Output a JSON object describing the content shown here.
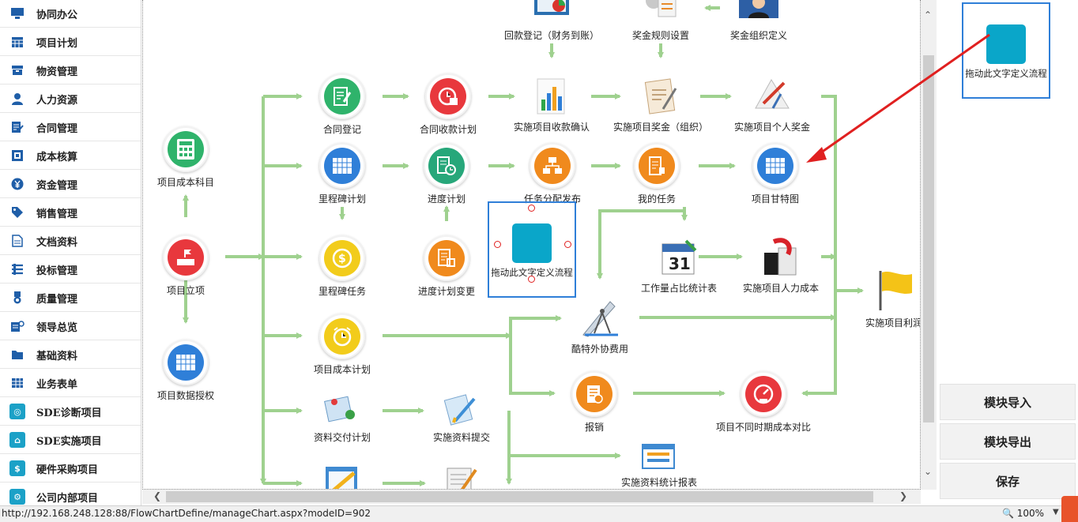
{
  "sidebar": {
    "items": [
      {
        "label": "协同办公",
        "icon": "monitor-icon"
      },
      {
        "label": "项目计划",
        "icon": "calendar-icon"
      },
      {
        "label": "物资管理",
        "icon": "box-icon"
      },
      {
        "label": "人力资源",
        "icon": "person-icon"
      },
      {
        "label": "合同管理",
        "icon": "contract-icon"
      },
      {
        "label": "成本核算",
        "icon": "ledger-icon"
      },
      {
        "label": "资金管理",
        "icon": "yen-icon"
      },
      {
        "label": "销售管理",
        "icon": "tag-icon"
      },
      {
        "label": "文档资料",
        "icon": "document-icon"
      },
      {
        "label": "投标管理",
        "icon": "list-icon"
      },
      {
        "label": "质量管理",
        "icon": "medal-icon"
      },
      {
        "label": "领导总览",
        "icon": "leader-icon"
      },
      {
        "label": "基础资料",
        "icon": "folder-icon"
      },
      {
        "label": "业务表单",
        "icon": "table-icon"
      },
      {
        "label": "SDE诊断项目",
        "icon": "diagnose-icon"
      },
      {
        "label": "SDE实施项目",
        "icon": "home-icon"
      },
      {
        "label": "硬件采购项目",
        "icon": "dollar-icon"
      },
      {
        "label": "公司内部项目",
        "icon": "gear-icon"
      }
    ]
  },
  "flow": {
    "nodes": {
      "huikuan": "回款登记（财务到账）",
      "jiangjin_rule": "奖金规则设置",
      "jiangjin_org": "奖金组织定义",
      "chengben_kemu": "项目成本科目",
      "hetong_dengji": "合同登记",
      "hetong_shoukuan": "合同收款计划",
      "shoukuan_queren": "实施项目收款确认",
      "xiangmu_jiangjin": "实施项目奖金（组织）",
      "geren_jiangjin": "实施项目个人奖金",
      "lichengbei_jihua": "里程碑计划",
      "jindu_jihua": "进度计划",
      "renwu_fenpei": "任务分配发布",
      "wode_renwu": "我的任务",
      "gante": "项目甘特图",
      "lixiang": "项目立项",
      "lichengbei_renwu": "里程碑任务",
      "jindu_biangeng": "进度计划变更",
      "gongzuoliang": "工作量占比统计表",
      "renli_chengben": "实施项目人力成本",
      "lirun": "实施项目利润",
      "chengben_jihua": "项目成本计划",
      "waixie": "酷特外协费用",
      "shuju_shouquan": "项目数据授权",
      "baoxiao": "报销",
      "chengben_duibi": "项目不同时期成本对比",
      "ziliao_jiaofu": "资料交付计划",
      "ziliao_tijiao": "实施资料提交",
      "ziliao_baobiao": "实施资料统计报表"
    },
    "selected_node_label": "拖动此文字定义流程"
  },
  "right_panel": {
    "palette_label": "拖动此文字定义流程",
    "buttons": {
      "import": "模块导入",
      "export": "模块导出",
      "save": "保存"
    }
  },
  "status": {
    "url": "http://192.168.248.128:88/FlowChartDefine/manageChart.aspx?modeID=902",
    "zoom": "100%"
  },
  "colors": {
    "accent": "#2f7fd8",
    "arrow_green": "#9fd18f",
    "annotation_red": "#e02020",
    "node_teal": "#0aa6c9"
  }
}
